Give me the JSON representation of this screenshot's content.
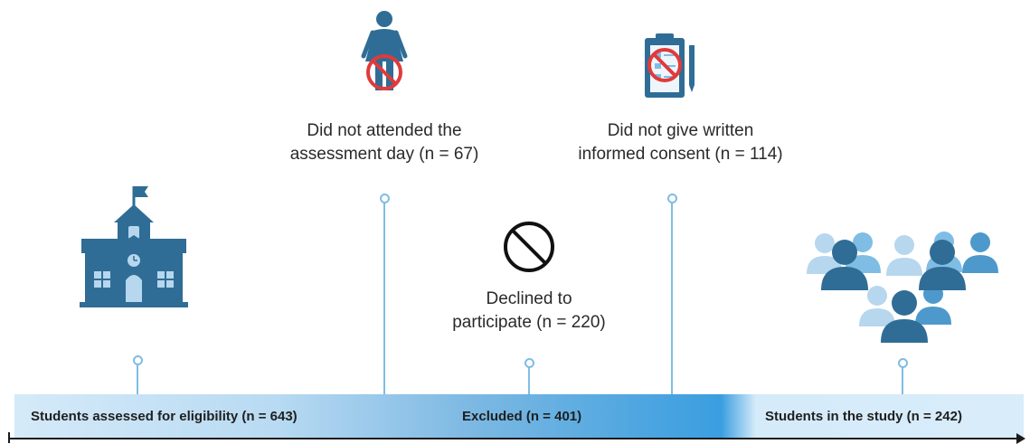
{
  "events": {
    "assessed": {
      "label": "Students assessed for eligibility (n = 643)"
    },
    "excluded": {
      "label": "Excluded (n = 401)"
    },
    "study": {
      "label": "Students in the study (n = 242)"
    }
  },
  "exclusions": {
    "not_attended": {
      "line1": "Did not attended the",
      "line2": "assessment day (n = 67)"
    },
    "no_consent": {
      "line1": "Did not give written",
      "line2": "informed consent (n = 114)"
    },
    "declined": {
      "line1": "Declined to",
      "line2": "participate (n = 220)"
    }
  },
  "icons": {
    "school": "school-building-icon",
    "person": "person-prohibited-icon",
    "clipboard": "clipboard-prohibited-icon",
    "prohibited": "prohibited-icon",
    "group": "people-group-icon"
  },
  "colors": {
    "dark_blue": "#2f6d96",
    "light_blue": "#b6d7ee",
    "stem": "#7fbde4",
    "prohibited_red": "#e03a3a"
  }
}
